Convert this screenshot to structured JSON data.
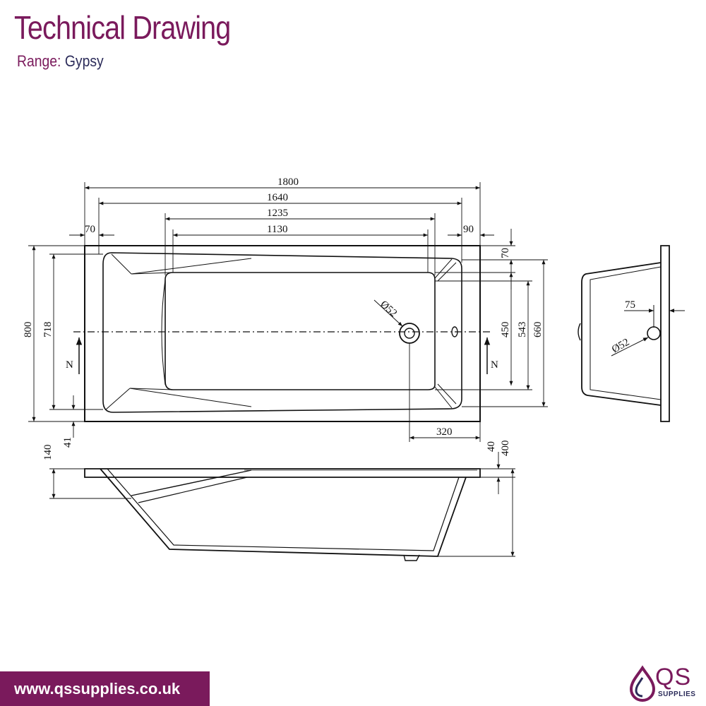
{
  "header": {
    "title": "Technical Drawing",
    "range_label": "Range:",
    "range_value": "Gypsy"
  },
  "dimensions": {
    "overall_length": "1800",
    "inner_length": "1640",
    "bath_length": "1235",
    "bottom_length": "1130",
    "left_rim": "70",
    "right_rim": "90",
    "top_rim": "70",
    "overall_width": "800",
    "inner_width": "718",
    "bottom_width": "450",
    "mid_width": "543",
    "upper_width": "660",
    "waste_diameter": "Ø52",
    "waste_offset": "320",
    "rim_edge": "41",
    "side_depth_left": "140",
    "rim_thickness": "40",
    "total_depth": "400",
    "overflow_offset": "75",
    "overflow_diameter": "Ø52",
    "section_mark_left": "N",
    "section_mark_right": "N"
  },
  "footer": {
    "website": "www.qssupplies.co.uk",
    "logo_text": "QS",
    "logo_sub": "SUPPLIES"
  },
  "colors": {
    "brand": "#7a1a5c",
    "navy": "#2c2c5a"
  }
}
